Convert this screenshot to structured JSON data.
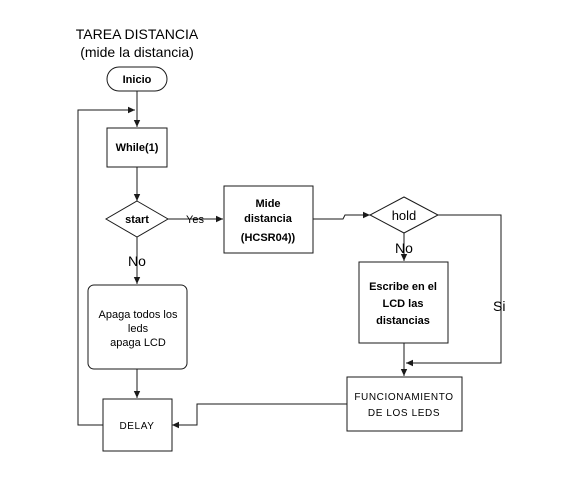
{
  "title": {
    "line1": "TAREA DISTANCIA",
    "line2": "(mide la distancia)"
  },
  "nodes": {
    "inicio": "Inicio",
    "while": "While(1)",
    "start": "start",
    "mide": [
      "Mide",
      "distancia",
      "(HCSR04))"
    ],
    "hold": "hold",
    "apaga": [
      "Apaga todos los",
      "leds",
      "apaga LCD"
    ],
    "escribe": [
      "Escribe en el",
      "LCD las",
      "distancias"
    ],
    "funcionamiento": [
      "FUNCIONAMIENTO",
      "DE LOS LEDS"
    ],
    "delay": "DELAY"
  },
  "edge_labels": {
    "start_yes": "Yes",
    "start_no": "No",
    "hold_no": "No",
    "hold_si": "Si"
  },
  "colors": {
    "stroke": "#1a1a1a",
    "fill": "#ffffff",
    "text": "#000000"
  }
}
